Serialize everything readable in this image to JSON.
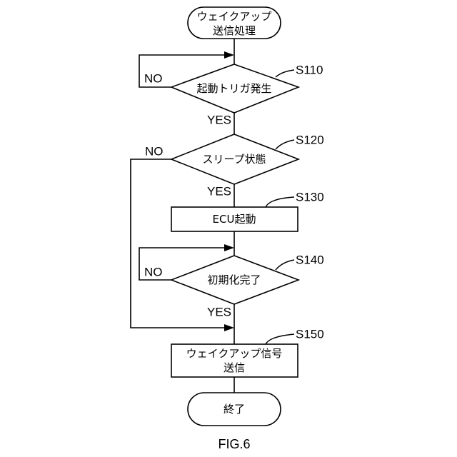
{
  "nodes": {
    "start": {
      "line1": "ウェイクアップ",
      "line2": "送信処理"
    },
    "s110": {
      "text": "起動トリガ発生",
      "step": "S110",
      "no": "NO",
      "yes": "YES"
    },
    "s120": {
      "text": "スリープ状態",
      "step": "S120",
      "no": "NO",
      "yes": "YES"
    },
    "s130": {
      "text": "ECU起動",
      "step": "S130"
    },
    "s140": {
      "text": "初期化完了",
      "step": "S140",
      "no": "NO",
      "yes": "YES"
    },
    "s150": {
      "line1": "ウェイクアップ信号",
      "line2": "送信",
      "step": "S150"
    },
    "end": {
      "text": "終了"
    }
  },
  "figure_label": "FIG.6"
}
